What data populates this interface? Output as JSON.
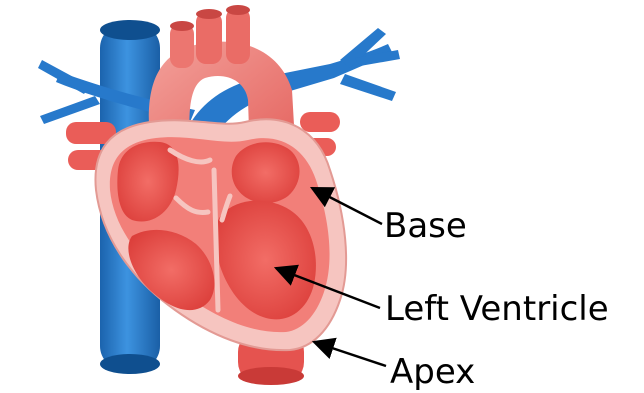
{
  "labels": {
    "base": "Base",
    "left_ventricle": "Left Ventricle",
    "apex": "Apex"
  },
  "colors": {
    "vein_blue": "#1f74c6",
    "vein_blue_light": "#4ea1e8",
    "artery_red": "#e8514f",
    "aorta_pink": "#f08a84",
    "myocardium": "#f27f79",
    "chamber": "#ec5953",
    "pericardium": "#f6c3bf",
    "arrow": "#000000"
  },
  "icons": {
    "heart": "anatomical-heart-cross-section"
  }
}
